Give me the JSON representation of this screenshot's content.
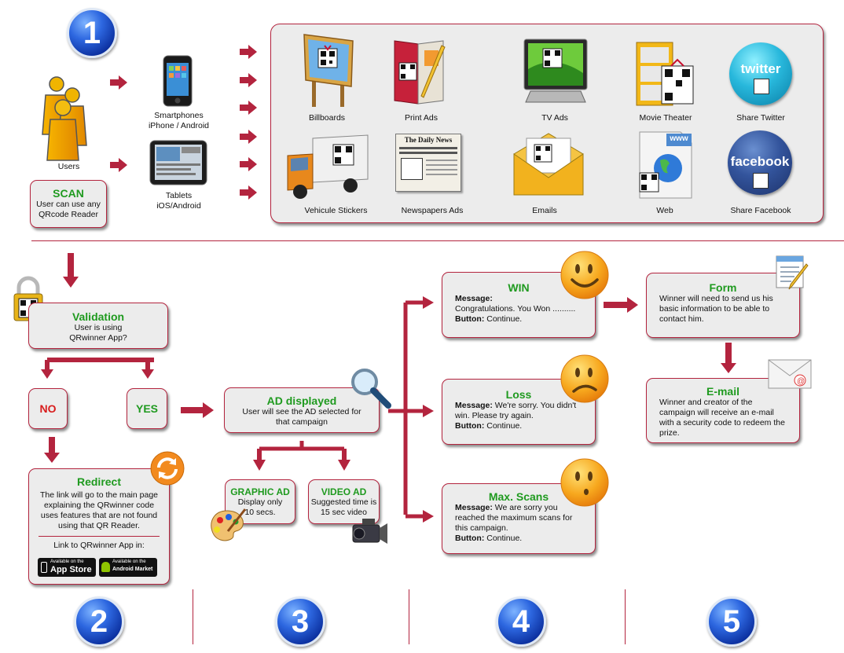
{
  "steps": [
    "1",
    "2",
    "3",
    "4",
    "5"
  ],
  "scan": {
    "users_label": "Users",
    "smartphones_label": "Smartphones\niPhone / Android",
    "tablets_label": "Tablets\niOS/Android",
    "title": "SCAN",
    "text": "User can use any QRcode Reader"
  },
  "media": [
    {
      "label": "Billboards",
      "icon": "billboard-icon"
    },
    {
      "label": "Print Ads",
      "icon": "print-ads-icon"
    },
    {
      "label": "TV Ads",
      "icon": "tv-icon"
    },
    {
      "label": "Movie Theater",
      "icon": "film-icon"
    },
    {
      "label": "Share Twitter",
      "icon": "twitter-icon",
      "logo_text": "twitter"
    },
    {
      "label": "Vehicule Stickers",
      "icon": "truck-icon"
    },
    {
      "label": "Newspapers Ads",
      "icon": "newspaper-icon",
      "logo_text": "The Daily News"
    },
    {
      "label": "Emails",
      "icon": "envelope-icon"
    },
    {
      "label": "Web",
      "icon": "web-icon",
      "logo_text": "www"
    },
    {
      "label": "Share Facebook",
      "icon": "facebook-icon",
      "logo_text": "facebook"
    }
  ],
  "validation": {
    "title": "Validation",
    "text": "User is using QRwinner App?"
  },
  "no": "NO",
  "yes": "YES",
  "redirect": {
    "title": "Redirect",
    "text": "The link will go to the main page explaining the QRwinner code uses features that are not found using that QR Reader.",
    "link_text": "Link to QRwinner App in:",
    "appstore_small": "Available on the",
    "appstore_big": "App Store",
    "android_small": "Available on the",
    "android_big": "Android Market"
  },
  "ad_displayed": {
    "title": "AD displayed",
    "text": "User will see the AD selected for that campaign"
  },
  "graphic_ad": {
    "title": "GRAPHIC AD",
    "text": "Display only 10 secs."
  },
  "video_ad": {
    "title": "VIDEO AD",
    "text": "Suggested time is 15 sec video"
  },
  "win": {
    "title": "WIN",
    "message_label": "Message:",
    "message": "Congratulations. You Won ..........",
    "button_label": "Button:",
    "button": "Continue."
  },
  "loss": {
    "title": "Loss",
    "message_label": "Message:",
    "message": "We're sorry. You didn't win. Please try again.",
    "button_label": "Button:",
    "button": "Continue."
  },
  "max_scans": {
    "title": "Max. Scans",
    "message_label": "Message:",
    "message": "We are sorry you reached the maximum scans for this campaign.",
    "button_label": "Button:",
    "button": "Continue."
  },
  "form": {
    "title": "Form",
    "text": "Winner will need to send us his basic information to be able to contact him."
  },
  "email": {
    "title": "E-mail",
    "text": "Winner and creator of the campaign will receive an e-mail with a security code to redeem the prize."
  },
  "colors": {
    "accent": "#b3243e",
    "green_title": "#1f9a1f",
    "red_text": "#d81c1c",
    "box_bg": "#ececec",
    "badge_blue": "#1e50d0"
  }
}
